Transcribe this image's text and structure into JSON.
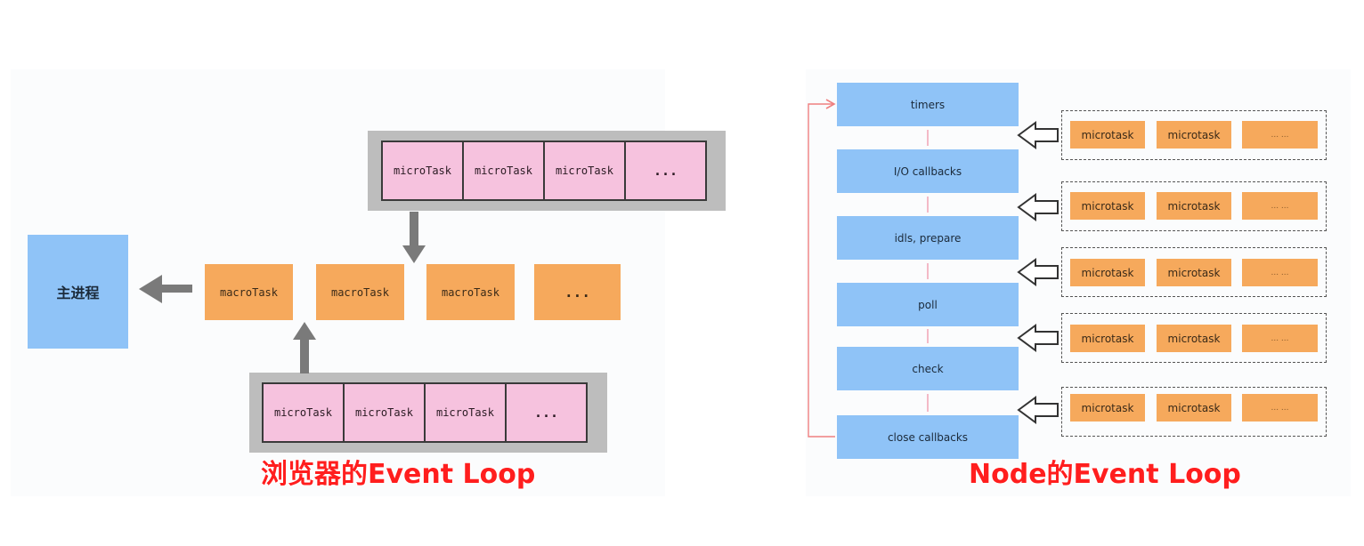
{
  "browser": {
    "main_process": "主进程",
    "macro_tasks": [
      "macroTask",
      "macroTask",
      "macroTask",
      "..."
    ],
    "micro_queue_top": [
      "microTask",
      "microTask",
      "microTask",
      "..."
    ],
    "micro_queue_bottom": [
      "microTask",
      "microTask",
      "microTask",
      "..."
    ],
    "title": "浏览器的Event Loop"
  },
  "node": {
    "phases": [
      "timers",
      "I/O callbacks",
      "idls, prepare",
      "poll",
      "check",
      "close callbacks"
    ],
    "micro_rows": [
      [
        "microtask",
        "microtask",
        "... ..."
      ],
      [
        "microtask",
        "microtask",
        "... ..."
      ],
      [
        "microtask",
        "microtask",
        "... ..."
      ],
      [
        "microtask",
        "microtask",
        "... ..."
      ],
      [
        "microtask",
        "microtask",
        "... ..."
      ]
    ],
    "title": "Node的Event Loop"
  },
  "colors": {
    "main_blue": "#8fc3f7",
    "macro_orange": "#f6a95c",
    "micro_pink": "#f6c2de",
    "arrow_gray": "#7a7a7a",
    "loop_red": "#f08080",
    "title_red": "#ff1e1e"
  }
}
